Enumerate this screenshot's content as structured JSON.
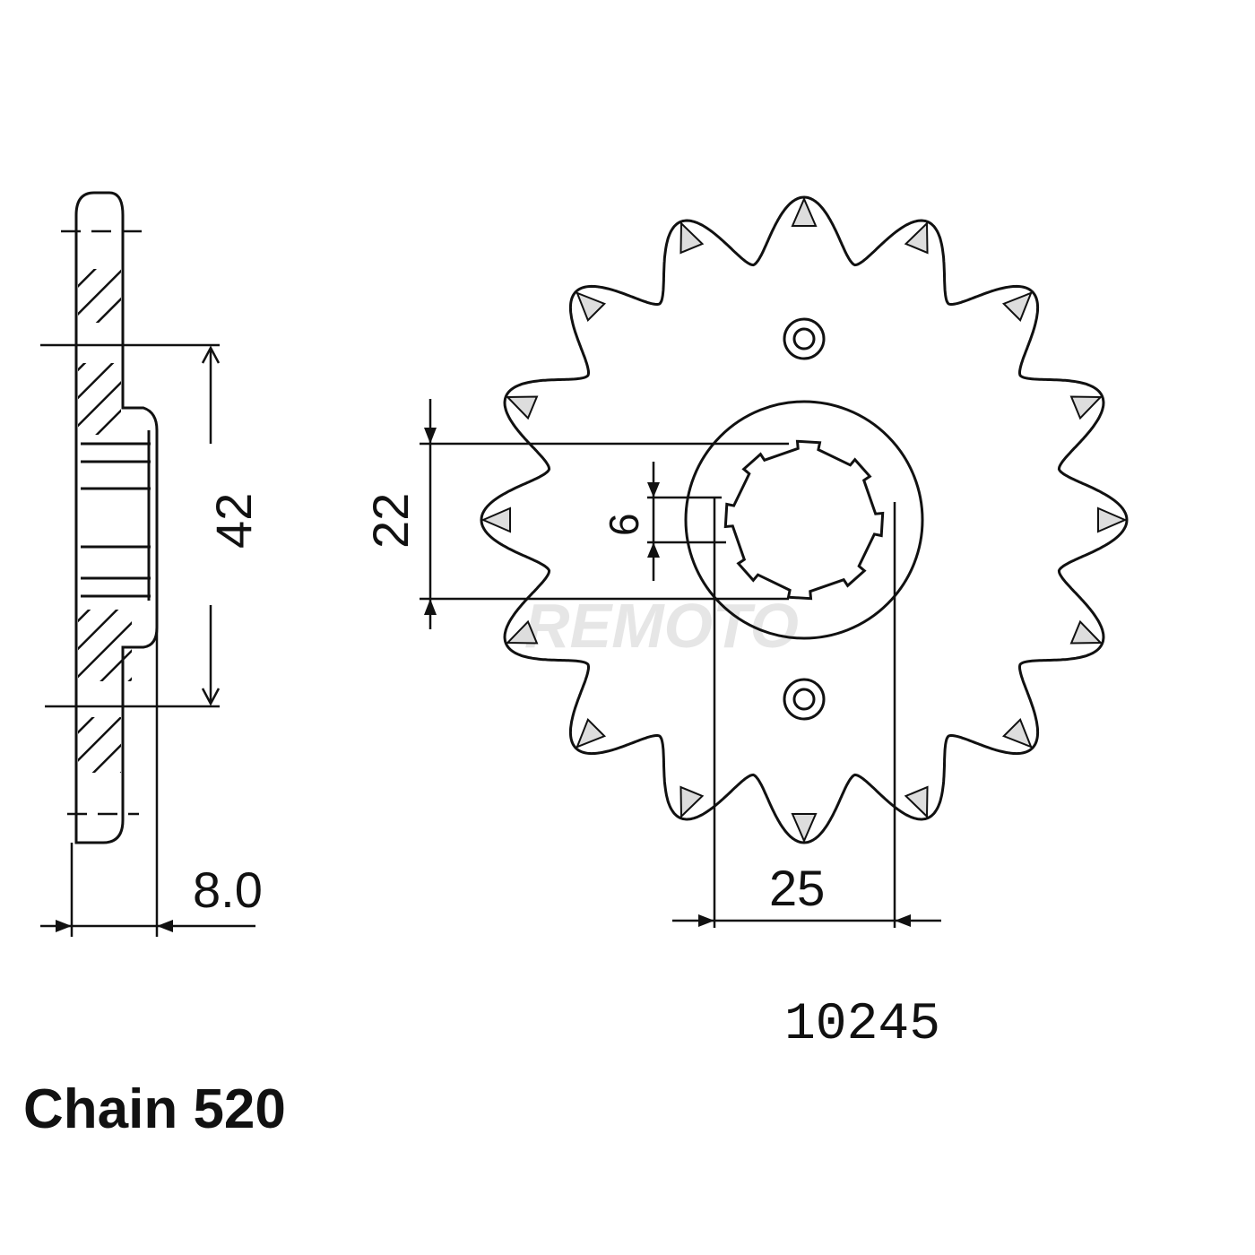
{
  "drawing": {
    "part_number": "10245",
    "chain_label": "Chain 520",
    "watermark": "REMOTO",
    "teeth_count": 16,
    "dimensions": {
      "thickness": "8.0",
      "hub_diameter": "42",
      "spline_outer": "22",
      "spline_width": "6",
      "hub_outer": "25"
    },
    "colors": {
      "line": "#111111",
      "background": "#ffffff",
      "tooth_tip": "#dddddd"
    }
  }
}
